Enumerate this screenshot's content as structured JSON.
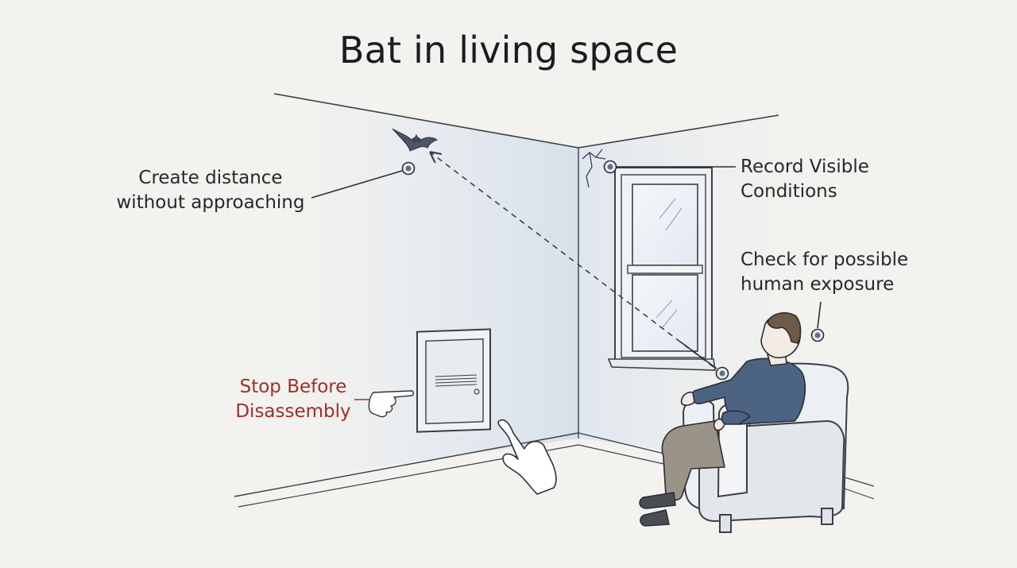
{
  "title": "Bat in living space",
  "callouts": {
    "create_distance": {
      "line1": "Create distance",
      "line2": "without approaching"
    },
    "record_conditions": {
      "line1": "Record Visible",
      "line2": "Conditions"
    },
    "check_exposure": {
      "line1": "Check for possible",
      "line2": "human exposure"
    },
    "stop_disassembly": {
      "line1": "Stop Before",
      "line2": "Disassembly"
    }
  },
  "colors": {
    "background": "#f3f2ee",
    "wall_shade": "#dde4ee",
    "sweater": "#4d6382",
    "warning_text": "#9e2f2a",
    "marker": "#5c6f86"
  }
}
